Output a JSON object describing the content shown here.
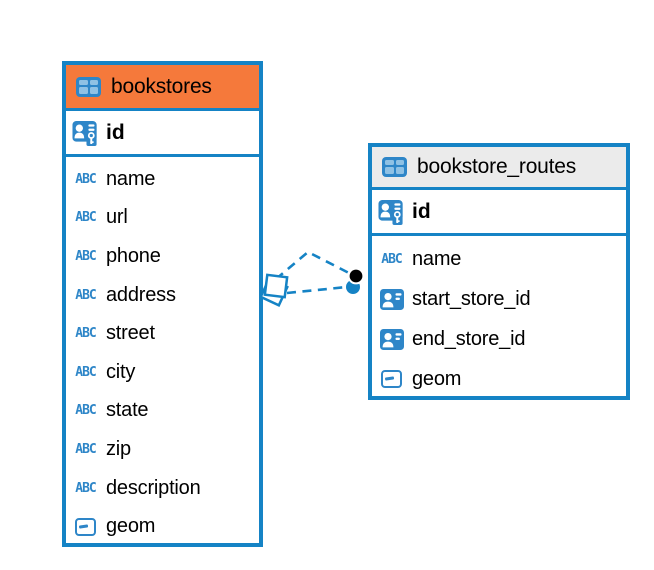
{
  "diagram": {
    "type": "entity-relationship",
    "background": "#ffffff",
    "colors": {
      "table_border": "#1583c5",
      "relation_line": "#1583c5",
      "icon_blue": "#2e86c8",
      "bookstores_header_bg": "#f5793b",
      "bookstore_routes_header_bg": "#ebebeb",
      "one_end_dot": "#000000"
    },
    "icons": {
      "text_type_glyph": "ABC"
    },
    "tables": {
      "bookstores": {
        "title": "bookstores",
        "primary_key": {
          "label": "id",
          "type": "primary-key"
        },
        "columns": [
          {
            "label": "name",
            "type": "text"
          },
          {
            "label": "url",
            "type": "text"
          },
          {
            "label": "phone",
            "type": "text"
          },
          {
            "label": "address",
            "type": "text"
          },
          {
            "label": "street",
            "type": "text"
          },
          {
            "label": "city",
            "type": "text"
          },
          {
            "label": "state",
            "type": "text"
          },
          {
            "label": "zip",
            "type": "text"
          },
          {
            "label": "description",
            "type": "text"
          },
          {
            "label": "geom",
            "type": "geometry"
          }
        ]
      },
      "bookstore_routes": {
        "title": "bookstore_routes",
        "primary_key": {
          "label": "id",
          "type": "primary-key"
        },
        "columns": [
          {
            "label": "name",
            "type": "text"
          },
          {
            "label": "start_store_id",
            "type": "reference"
          },
          {
            "label": "end_store_id",
            "type": "reference"
          },
          {
            "label": "geom",
            "type": "geometry"
          }
        ]
      }
    },
    "relation": {
      "from_table": "bookstores",
      "to_table": "bookstore_routes",
      "line_style": "dashed",
      "line_count": 2
    }
  }
}
